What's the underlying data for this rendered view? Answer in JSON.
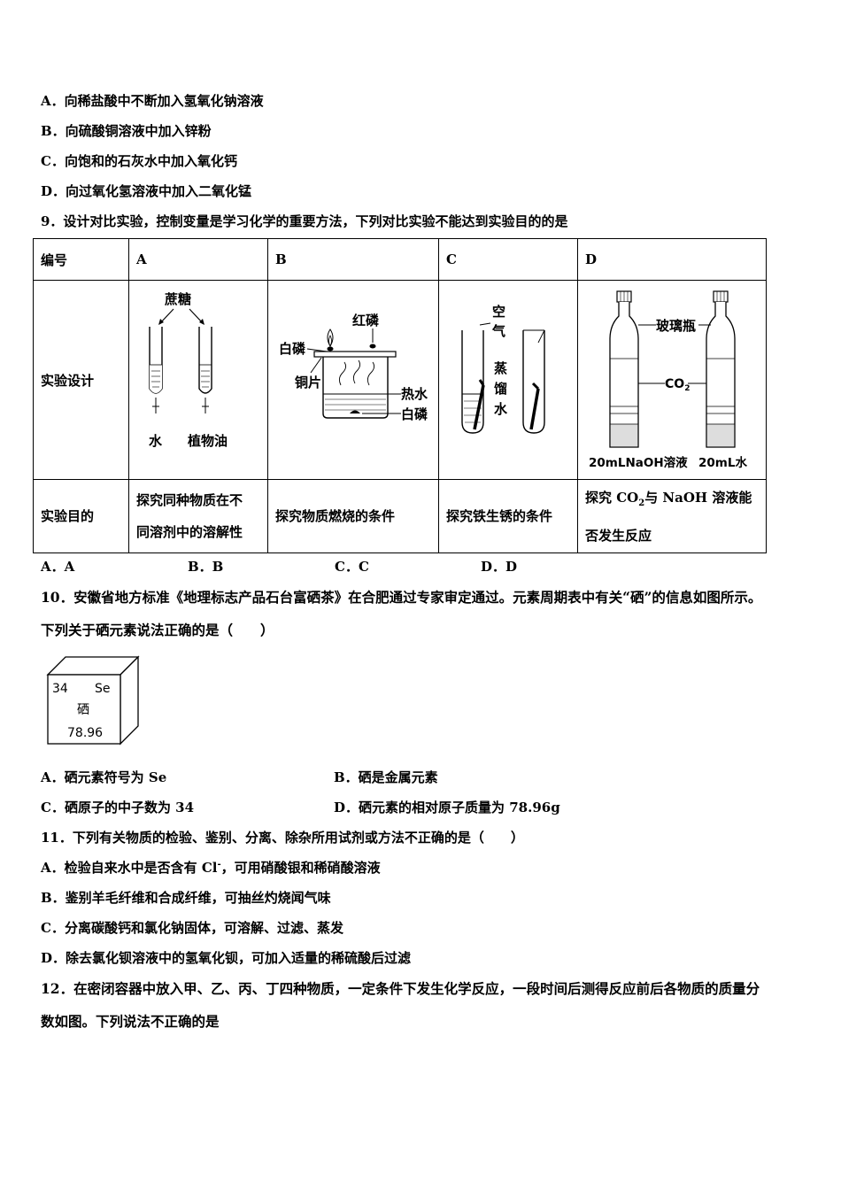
{
  "q8_options": [
    "A．向稀盐酸中不断加入氢氧化钠溶液",
    "B．向硫酸铜溶液中加入锌粉",
    "C．向饱和的石灰水中加入氧化钙",
    "D．向过氧化氢溶液中加入二氧化锰"
  ],
  "q9": {
    "stem": "9．设计对比实验，控制变量是学习化学的重要方法，下列对比实验不能达到实验目的的是",
    "headers": [
      "编号",
      "A",
      "B",
      "C",
      "D"
    ],
    "row_design": "实验设计",
    "row_aim": "实验目的",
    "aims": {
      "A1": "探究同种物质在不",
      "A2": "同溶剂中的溶解性",
      "B": "探究物质燃烧的条件",
      "C": "探究铁生锈的条件",
      "D1": "探究 CO",
      "D1sub": "2",
      "D1b": "与 NaOH 溶液能",
      "D2": "否发生反应"
    },
    "fig_A": {
      "top": "蔗糖",
      "left": "水",
      "right": "植物油"
    },
    "fig_B": {
      "red_p": "红磷",
      "white_p_top": "白磷",
      "copper": "铜片",
      "hot_water": "热水",
      "white_p_bottom": "白磷"
    },
    "fig_C": {
      "air1": "空",
      "air2": "气",
      "dw1": "蒸",
      "dw2": "馏",
      "dw3": "水"
    },
    "fig_D": {
      "bottle": "玻璃瓶",
      "co2": "CO",
      "co2_sub": "2",
      "left": "20mLNaOH溶液",
      "right": "20mL水"
    },
    "options": [
      "A．A",
      "B．B",
      "C．C",
      "D．D"
    ]
  },
  "q10": {
    "stem1": "10．安徽省地方标准《地理标志产品石台富硒茶》在合肥通过专家审定通过。元素周期表中有关“硒”的信息如图所示。",
    "stem2": "下列关于硒元素说法正确的是（　　）",
    "element": {
      "number": "34",
      "symbol": "Se",
      "name": "硒",
      "mass": "78.96"
    },
    "options": [
      "A．硒元素符号为 Se",
      "B．硒是金属元素",
      "C．硒原子的中子数为 34",
      "D．硒元素的相对原子质量为 78.96g"
    ]
  },
  "q11": {
    "stem": "11．下列有关物质的检验、鉴别、分离、除杂所用试剂或方法不正确的是（　　）",
    "optA_pre": "A．检验自来水中是否含有 Cl",
    "optA_sup": "-",
    "optA_post": "，可用硝酸银和稀硝酸溶液",
    "options": [
      "B．鉴别羊毛纤维和合成纤维，可抽丝灼烧闻气味",
      "C．分离碳酸钙和氯化钠固体，可溶解、过滤、蒸发",
      "D．除去氯化钡溶液中的氢氧化钡，可加入适量的稀硫酸后过滤"
    ]
  },
  "q12": {
    "stem1": "12．在密闭容器中放入甲、乙、丙、丁四种物质，一定条件下发生化学反应，一段时间后测得反应前后各物质的质量分",
    "stem2": "数如图。下列说法不正确的是"
  }
}
